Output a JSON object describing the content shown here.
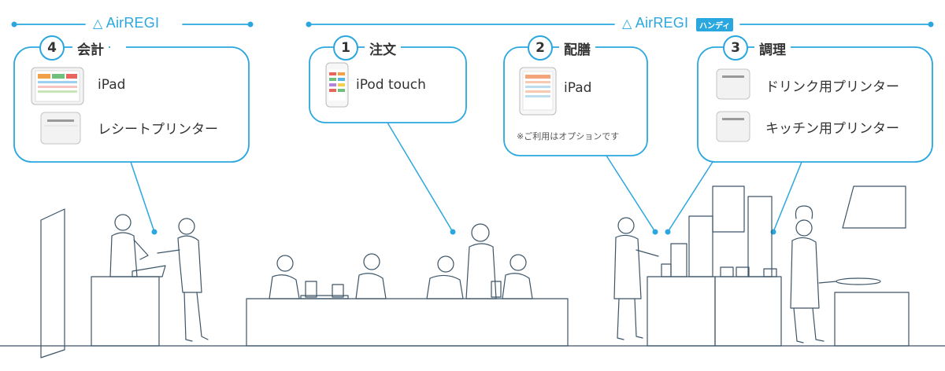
{
  "brand": {
    "left": "AirREGI",
    "right": "AirREGI",
    "right_tag": "ハンディ"
  },
  "steps": [
    {
      "num": "4",
      "title": "会計",
      "items": [
        "iPad",
        "レシートプリンター"
      ]
    },
    {
      "num": "1",
      "title": "注文",
      "items": [
        "iPod touch"
      ]
    },
    {
      "num": "2",
      "title": "配膳",
      "items": [
        "iPad"
      ],
      "note": "※ご利用はオプションです"
    },
    {
      "num": "3",
      "title": "調理",
      "items": [
        "ドリンク用プリンター",
        "キッチン用プリンター"
      ]
    }
  ],
  "colors": {
    "accent": "#2aa7de",
    "line": "#1f9bd7",
    "ink": "#333333"
  }
}
